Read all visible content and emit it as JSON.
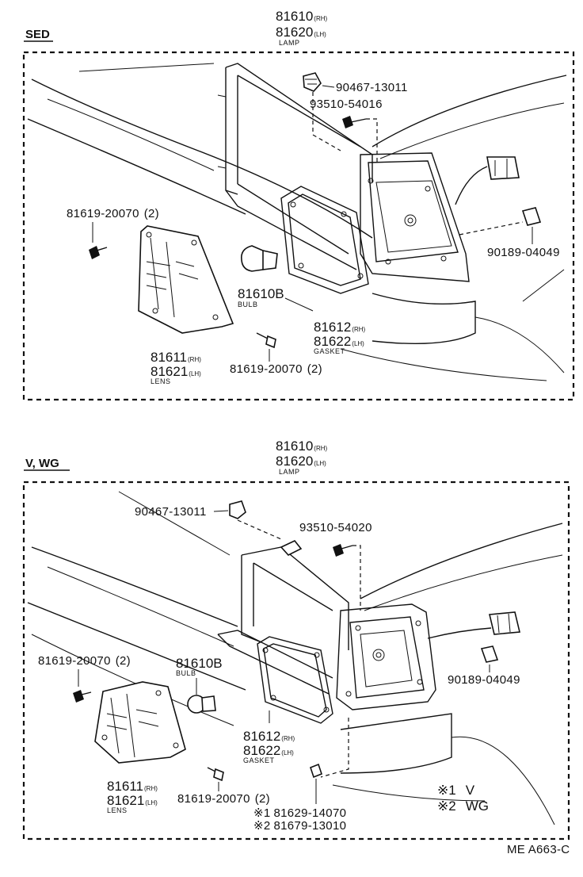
{
  "sections": {
    "sed": {
      "title": "SED",
      "lamp": {
        "pn1": "81610",
        "tag1": "(RH)",
        "pn2": "81620",
        "tag2": "(LH)",
        "name": "LAMP"
      },
      "clip": "90467-13011",
      "screw": "93510-54016",
      "socket": "90189-04049",
      "screw_left": {
        "pn": "81619-20070",
        "qty": "(2)"
      },
      "screw_bottom": {
        "pn": "81619-20070",
        "qty": "(2)"
      },
      "bulb": {
        "pn": "81610B",
        "name": "BULB"
      },
      "gasket": {
        "pn1": "81612",
        "tag1": "(RH)",
        "pn2": "81622",
        "tag2": "(LH)",
        "name": "GASKET"
      },
      "lens": {
        "pn1": "81611",
        "tag1": "(RH)",
        "pn2": "81621",
        "tag2": "(LH)",
        "name": "LENS"
      }
    },
    "vwg": {
      "title": "V, WG",
      "lamp": {
        "pn1": "81610",
        "tag1": "(RH)",
        "pn2": "81620",
        "tag2": "(LH)",
        "name": "LAMP"
      },
      "clip": "90467-13011",
      "screw": "93510-54020",
      "socket": "90189-04049",
      "screw_left": {
        "pn": "81619-20070",
        "qty": "(2)"
      },
      "screw_bottom": {
        "pn": "81619-20070",
        "qty": "(2)"
      },
      "bulb": {
        "pn": "81610B",
        "name": "BULB"
      },
      "gasket": {
        "pn1": "81612",
        "tag1": "(RH)",
        "pn2": "81622",
        "tag2": "(LH)",
        "name": "GASKET"
      },
      "lens": {
        "pn1": "81611",
        "tag1": "(RH)",
        "pn2": "81621",
        "tag2": "(LH)",
        "name": "LENS"
      },
      "notes": [
        {
          "mark": "※1",
          "pn": "81629-14070"
        },
        {
          "mark": "※2",
          "pn": "81679-13010"
        }
      ],
      "legend": [
        {
          "mark": "※1",
          "label": "V"
        },
        {
          "mark": "※2",
          "label": "WG"
        }
      ]
    }
  },
  "code": "ME A663-C"
}
